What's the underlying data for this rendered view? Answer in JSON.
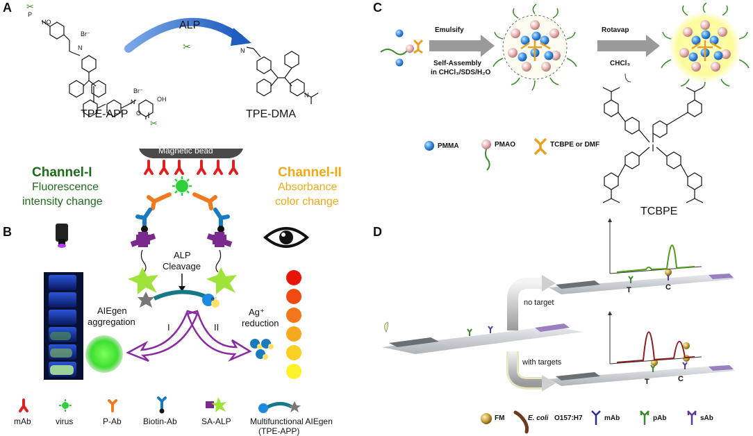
{
  "panels": {
    "a": "A",
    "b": "B",
    "c": "C",
    "d": "D"
  },
  "panel_a": {
    "enzyme": "ALP",
    "left_compound": "TPE-APP",
    "right_compound": "TPE-DMA",
    "atoms": {
      "br": "Br⁻",
      "n_plus": "N",
      "p": "P",
      "ho": "HO",
      "oh": "OH",
      "o": "O",
      "n": "N"
    }
  },
  "panel_b": {
    "bead_label": "Magnetic bead",
    "ch1_title": "Channel-I",
    "ch1_line1": "Fluorescence",
    "ch1_line2": "intensity change",
    "ch2_title": "Channel-II",
    "ch2_line1": "Absorbance",
    "ch2_line2": "color change",
    "alp_line1": "ALP",
    "alp_line2": "Cleavage",
    "aie_line1": "AIEgen",
    "aie_line2": "aggregation",
    "ag_line1": "Ag⁺",
    "ag_line2": "reduction",
    "path1": "I",
    "path2": "II",
    "electron": "e⁻",
    "legend": [
      "mAb",
      "virus",
      "P-Ab",
      "Biotin-Ab",
      "SA-ALP"
    ],
    "legend_last_line1": "Multifunctional AIEgen",
    "legend_last_line2": "(TPE-APP)",
    "dot_colors": [
      "#e8140c",
      "#f04a10",
      "#f3761a",
      "#f6a81e",
      "#f9d021",
      "#fbf22a"
    ]
  },
  "panel_c": {
    "step1_top": "Emulsify",
    "step1_bottom1": "Self-Assembly",
    "step1_bottom2": "in CHCl₃/SDS/H₂O",
    "step2_top": "Rotavap",
    "step2_bottom": "CHCl₃",
    "legend": [
      "PMMA",
      "PMAO",
      "TCBPE or DMF"
    ],
    "compound": "TCBPE"
  },
  "panel_d": {
    "no_target": "no target",
    "with_targets": "with targets",
    "t_label": "T",
    "c_label": "C",
    "legend": [
      "FM",
      "E. coli",
      "O157:H7",
      "mAb",
      "pAb",
      "sAb"
    ]
  }
}
